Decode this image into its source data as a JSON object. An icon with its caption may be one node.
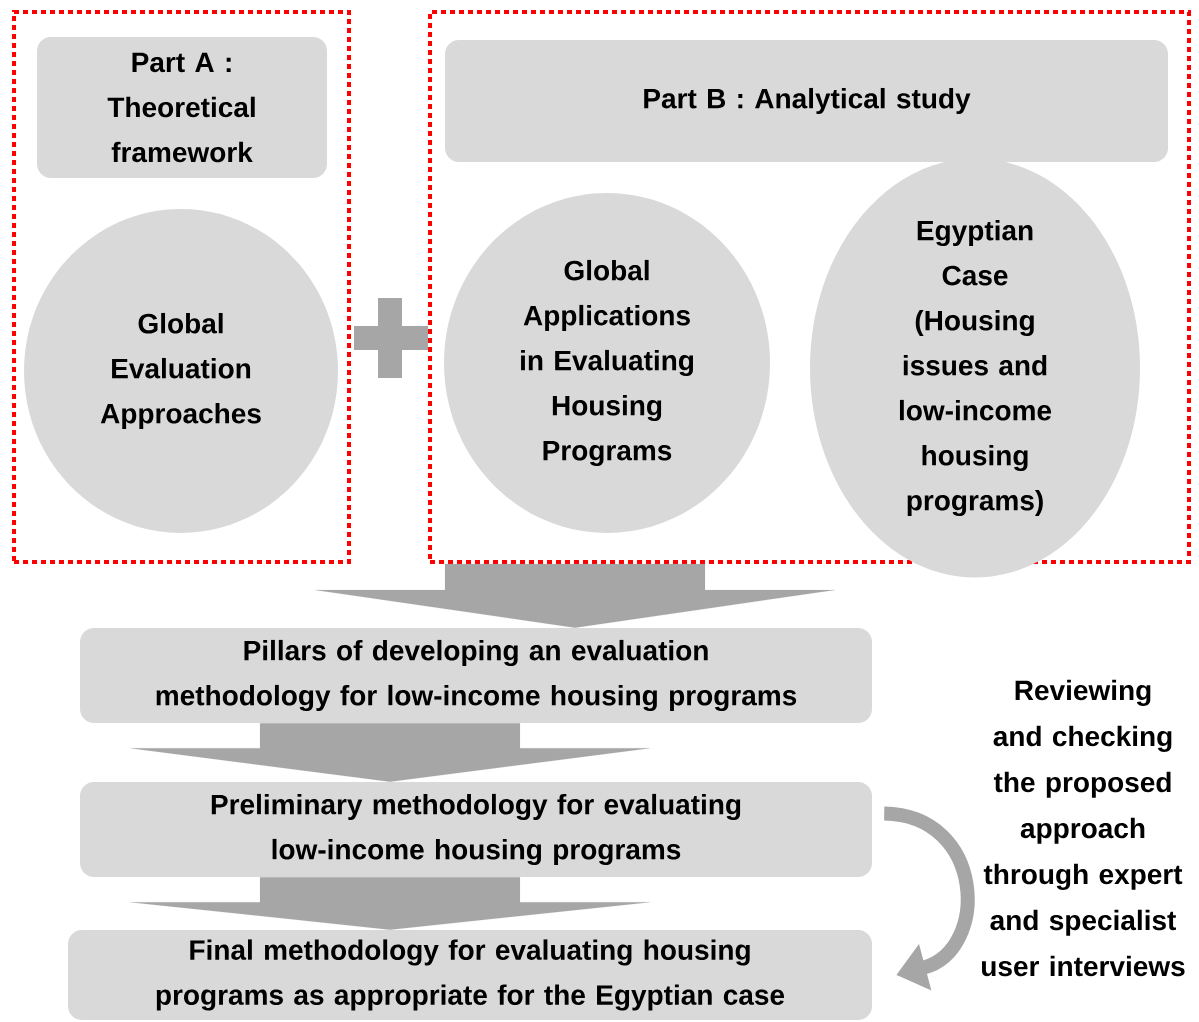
{
  "diagram": {
    "nodes": [
      {
        "text": [],
        "shape": "box"
      },
      {
        "text": [
          "Part A : Theoretical framework"
        ],
        "in": 0
      },
      {
        "text": [
          "Global Evaluation Approaches"
        ],
        "in": 0
      },
      {
        "text": [],
        "shape": "box"
      },
      {
        "text": [
          "Part B : Analytical study"
        ],
        "in": 3
      },
      {
        "text": [
          "Global Applications in Evaluating Housing Programs"
        ],
        "in": 3
      },
      {
        "text": [
          "Egyptian Case (Housing issues and low-income housing programs)"
        ],
        "in": 3
      },
      {
        "text": [
          "Pillars of developing an evaluation methodology for low-income housing programs"
        ]
      },
      {
        "text": [
          "Preliminary methodology for evaluating low-income housing programs"
        ]
      },
      {
        "text": [
          "Final methodology for evaluating housing programs as appropriate for the Egyptian case"
        ]
      }
    ],
    "edges": [
      {
        "from": 3,
        "to": 7,
        "arrow": "to"
      },
      {
        "from": 7,
        "to": 8,
        "arrow": "to"
      },
      {
        "from": 8,
        "to": 9,
        "arrow": "to"
      },
      {
        "from": 8,
        "to": 9,
        "arrow": "to"
      }
    ],
    "labels": [
      "Reviewing and checking the proposed approach through expert and specialist user interviews"
    ]
  }
}
